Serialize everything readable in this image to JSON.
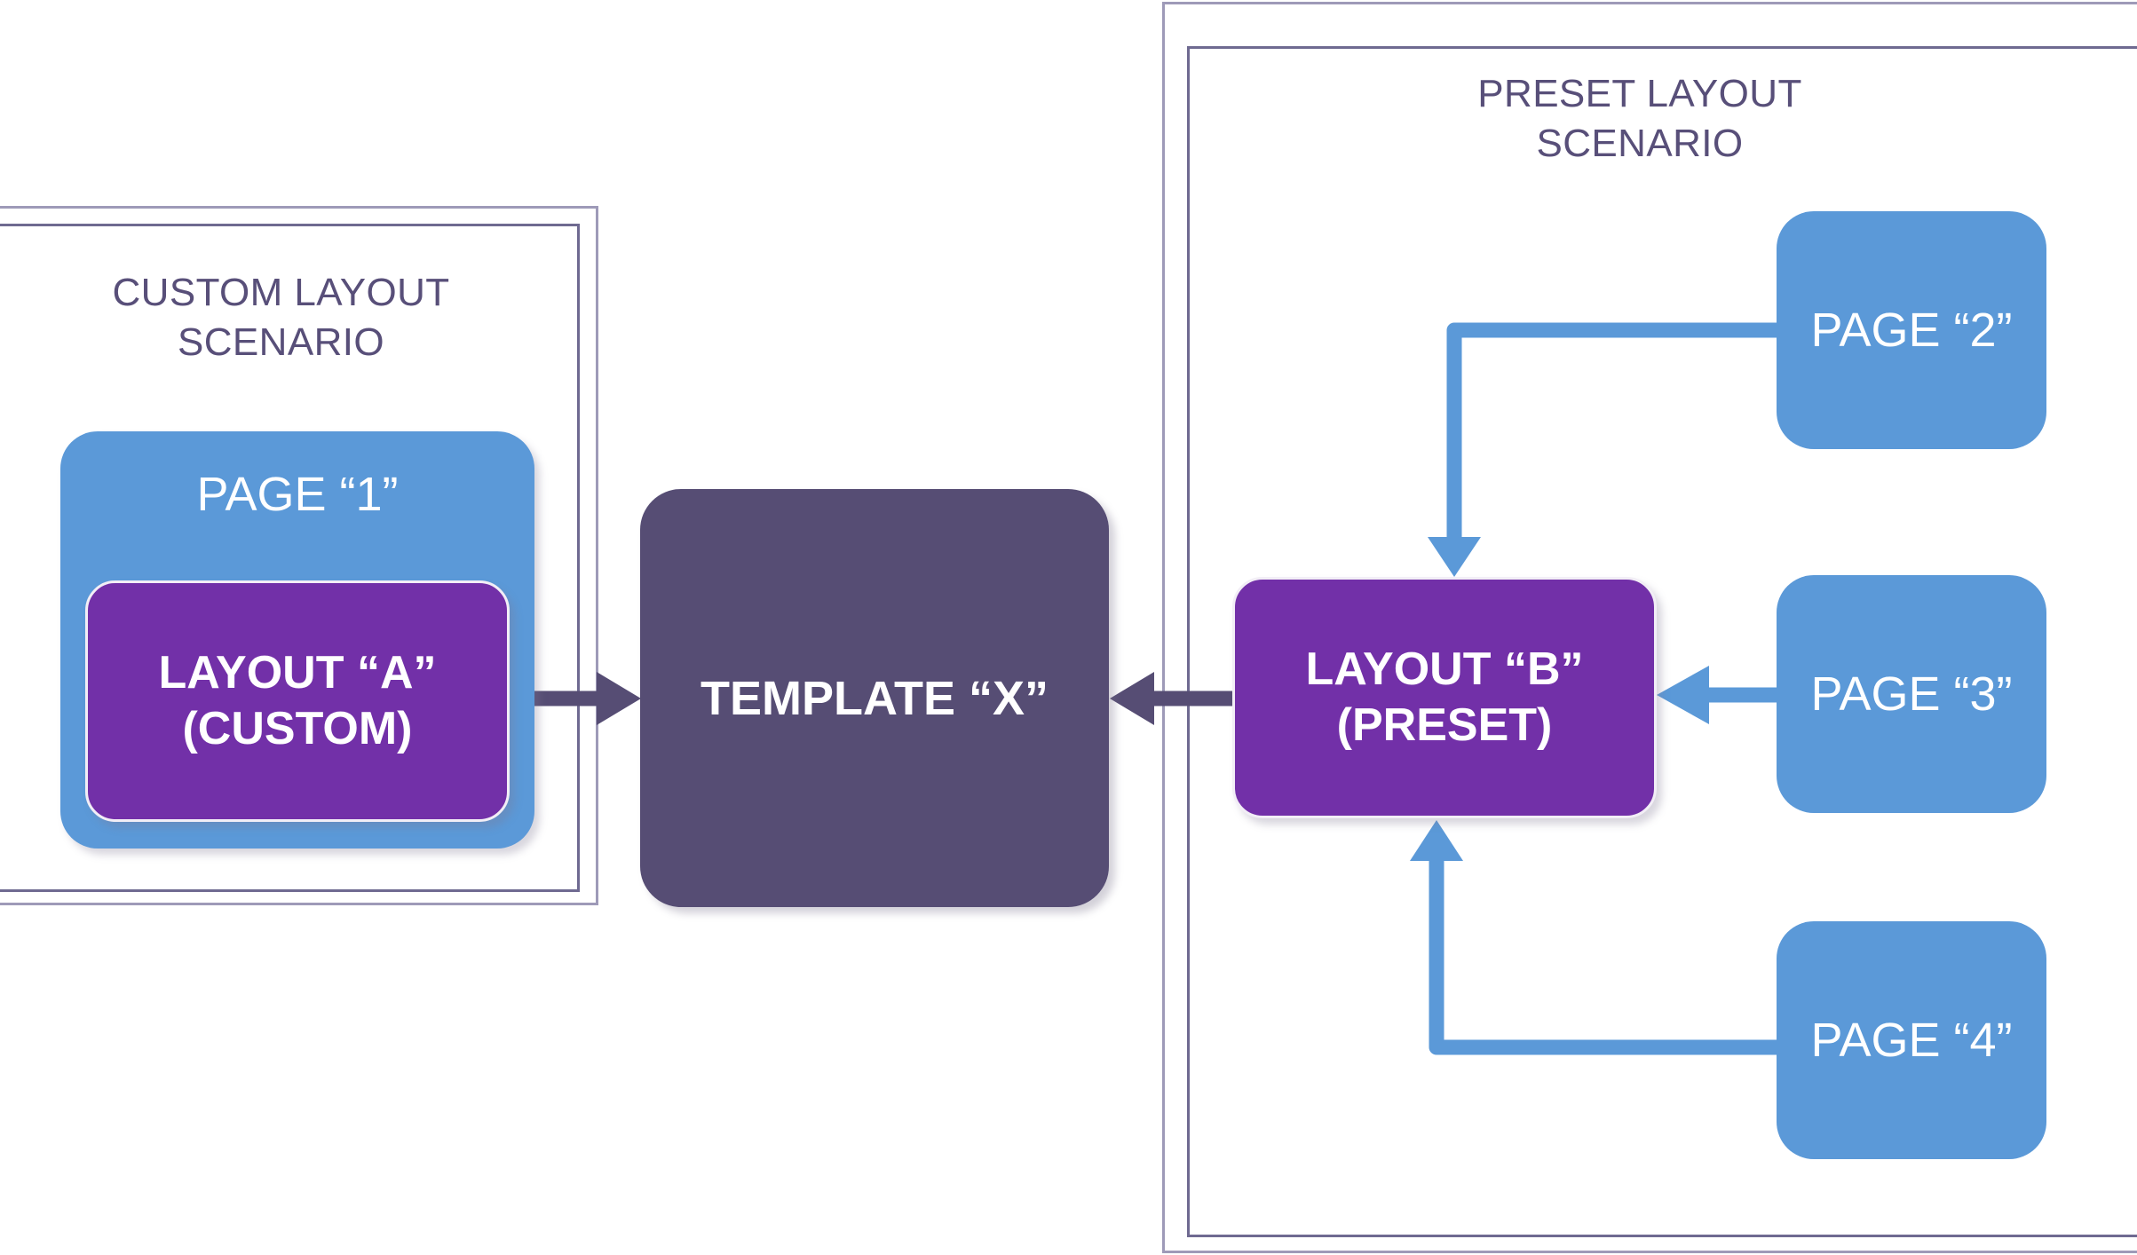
{
  "diagram": {
    "title_left": "CUSTOM LAYOUT\nSCENARIO",
    "title_right": "PRESET LAYOUT\nSCENARIO",
    "colors": {
      "blue": "#5B99D8",
      "purple": "#7230A8",
      "slate": "#564D74",
      "frame_outer": "#9E9AB8",
      "frame_inner": "#6F6A91",
      "text_heading": "#584F79",
      "box_text": "#FFFFFF"
    },
    "nodes": {
      "page1": "PAGE “1”",
      "layout_a": "LAYOUT “A”\n(CUSTOM)",
      "template_x": "TEMPLATE “X”",
      "layout_b": "LAYOUT “B”\n(PRESET)",
      "page2": "PAGE “2”",
      "page3": "PAGE “3”",
      "page4": "PAGE “4”"
    },
    "connections": [
      {
        "id": "layout-a-to-template",
        "from": "LAYOUT “A” (CUSTOM)",
        "to": "TEMPLATE “X”",
        "color": "#564D74",
        "direction": "right"
      },
      {
        "id": "layout-b-to-template",
        "from": "LAYOUT “B” (PRESET)",
        "to": "TEMPLATE “X”",
        "color": "#564D74",
        "direction": "left"
      },
      {
        "id": "page2-to-layout-b",
        "from": "PAGE “2”",
        "to": "LAYOUT “B” (PRESET)",
        "color": "#5B99D8",
        "direction": "elbow-down"
      },
      {
        "id": "page3-to-layout-b",
        "from": "PAGE “3”",
        "to": "LAYOUT “B” (PRESET)",
        "color": "#5B99D8",
        "direction": "left"
      },
      {
        "id": "page4-to-layout-b",
        "from": "PAGE “4”",
        "to": "LAYOUT “B” (PRESET)",
        "color": "#5B99D8",
        "direction": "elbow-up"
      }
    ]
  }
}
